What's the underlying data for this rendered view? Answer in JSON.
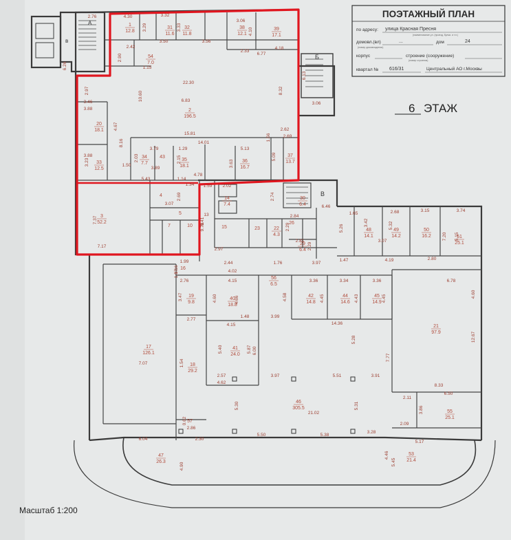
{
  "title_block": {
    "heading": "ПОЭТАЖНЫЙ ПЛАН",
    "address_label": "по адресу:",
    "address_value": "улица Красная Пресня",
    "address_note": "(наименование ул. (проезд, бульв. и т.п.)",
    "house_label": "домовл.(вл)",
    "house_value": "...",
    "house_note": "(номер домовладения)",
    "dom_label": "дом",
    "dom_value": "24",
    "korpus_label": "корпус",
    "building_label": "строение (сооружение)",
    "building_note": "(номер строения)",
    "block_label": "квартал №",
    "block_value": "616/31",
    "district_value": "Центральный АО г.Москвы"
  },
  "floor_label": {
    "number": "6",
    "text": "ЭТАЖ"
  },
  "scale": "Масштаб 1:200",
  "colors": {
    "paper": "#e6e8e8",
    "wall": "#3a3a3a",
    "dim": "#b04a3a",
    "highlight": "#e0161f"
  },
  "rooms": [
    {
      "n": "1",
      "a": "12.8"
    },
    {
      "n": "31",
      "a": "11.6"
    },
    {
      "n": "32",
      "a": "11.8"
    },
    {
      "n": "38",
      "a": "12.1"
    },
    {
      "n": "39",
      "a": "17.1"
    },
    {
      "n": "54",
      "a": "7.0"
    },
    {
      "n": "2",
      "a": "196.5"
    },
    {
      "n": "20",
      "a": "18.1"
    },
    {
      "n": "33",
      "a": "12.5"
    },
    {
      "n": "34",
      "a": "7.7"
    },
    {
      "n": "43",
      "a": ""
    },
    {
      "n": "35",
      "a": "18.1"
    },
    {
      "n": "36",
      "a": "16.7"
    },
    {
      "n": "37",
      "a": "13.7"
    },
    {
      "n": "3",
      "a": "52.2"
    },
    {
      "n": "4",
      "a": ""
    },
    {
      "n": "5",
      "a": ""
    },
    {
      "n": "7",
      "a": ""
    },
    {
      "n": "10",
      "a": ""
    },
    {
      "n": "14",
      "a": "7.4"
    },
    {
      "n": "15",
      "a": ""
    },
    {
      "n": "23",
      "a": ""
    },
    {
      "n": "22",
      "a": "4.3"
    },
    {
      "n": "26",
      "a": ""
    },
    {
      "n": "30",
      "a": "6.4"
    },
    {
      "n": "29",
      "a": "6.4"
    },
    {
      "n": "48",
      "a": "14.1"
    },
    {
      "n": "49",
      "a": "14.2"
    },
    {
      "n": "50",
      "a": "16.2"
    },
    {
      "n": "51",
      "a": "25.1"
    },
    {
      "n": "16",
      "a": ""
    },
    {
      "n": "19",
      "a": "9.8"
    },
    {
      "n": "40",
      "a": "18.8"
    },
    {
      "n": "56",
      "a": "6.5"
    },
    {
      "n": "42",
      "a": "14.8"
    },
    {
      "n": "44",
      "a": "14.6"
    },
    {
      "n": "45",
      "a": "14.9"
    },
    {
      "n": "21",
      "a": "97.9"
    },
    {
      "n": "17",
      "a": "126.1"
    },
    {
      "n": "18",
      "a": "29.2"
    },
    {
      "n": "41",
      "a": "24.0"
    },
    {
      "n": "46",
      "a": "305.5"
    },
    {
      "n": "55",
      "a": "25.1"
    },
    {
      "n": "57",
      "a": ""
    },
    {
      "n": "47",
      "a": "26.3"
    },
    {
      "n": "53",
      "a": "21.4"
    }
  ],
  "dims": [
    "2.76",
    "4.30",
    "3.29",
    "3.32",
    "3.33",
    "3.06",
    "4.10",
    "3.50",
    "3.56",
    "2.42",
    "2.90",
    "1.15",
    "6.26",
    "2.33",
    "6.77",
    "4.18",
    "6.13",
    "3.06",
    "2.97",
    "22.30",
    "10.60",
    "6.83",
    "8.32",
    "3.46",
    "3.88",
    "4.67",
    "8.16",
    "15.81",
    "14.01",
    "2.62",
    "1.56",
    "2.69",
    "3.79",
    "1.29",
    "5.13",
    "3.88",
    "2.03",
    "2.15",
    "3.63",
    "5.09",
    "3.23",
    "1.50",
    "3.89",
    "5.43",
    "1.14",
    "4.78",
    "1.34",
    "1.59",
    "2.02",
    "2.74",
    "6.46",
    "2.69",
    "3.07",
    "7.37",
    "7.17",
    "13",
    "0.41",
    "9.76",
    "1.65",
    "3.42",
    "2.68",
    "3.15",
    "3.74",
    "5.26",
    "5.32",
    "7.20",
    "5.15",
    "2.29",
    "2.84",
    "3.07",
    "2.81",
    "2.29",
    "2.97",
    "2.44",
    "1.76",
    "3.97",
    "1.47",
    "4.19",
    "2.80",
    "1.99",
    "1.97",
    "2.76",
    "4.02",
    "4.15",
    "3.36",
    "3.34",
    "3.36",
    "6.78",
    "4.60",
    "3.47",
    "4.60",
    "4.66",
    "4.58",
    "4.45",
    "4.43",
    "4.45",
    "1.48",
    "3.99",
    "14.36",
    "2.77",
    "4.15",
    "5.28",
    "7.77",
    "12.67",
    "7.07",
    "5.40",
    "5.87",
    "6.00",
    "1.54",
    "2.57",
    "4.62",
    "3.97",
    "5.51",
    "3.91",
    "8.33",
    "5.30",
    "21.02",
    "5.31",
    "2.11",
    "6.50",
    "3.86",
    "2.09",
    "2.86",
    "6.04",
    "2.30",
    "5.50",
    "5.38",
    "3.28",
    "5.17",
    "4.90",
    "4.46",
    "5.45",
    "0.62",
    "1.16"
  ]
}
